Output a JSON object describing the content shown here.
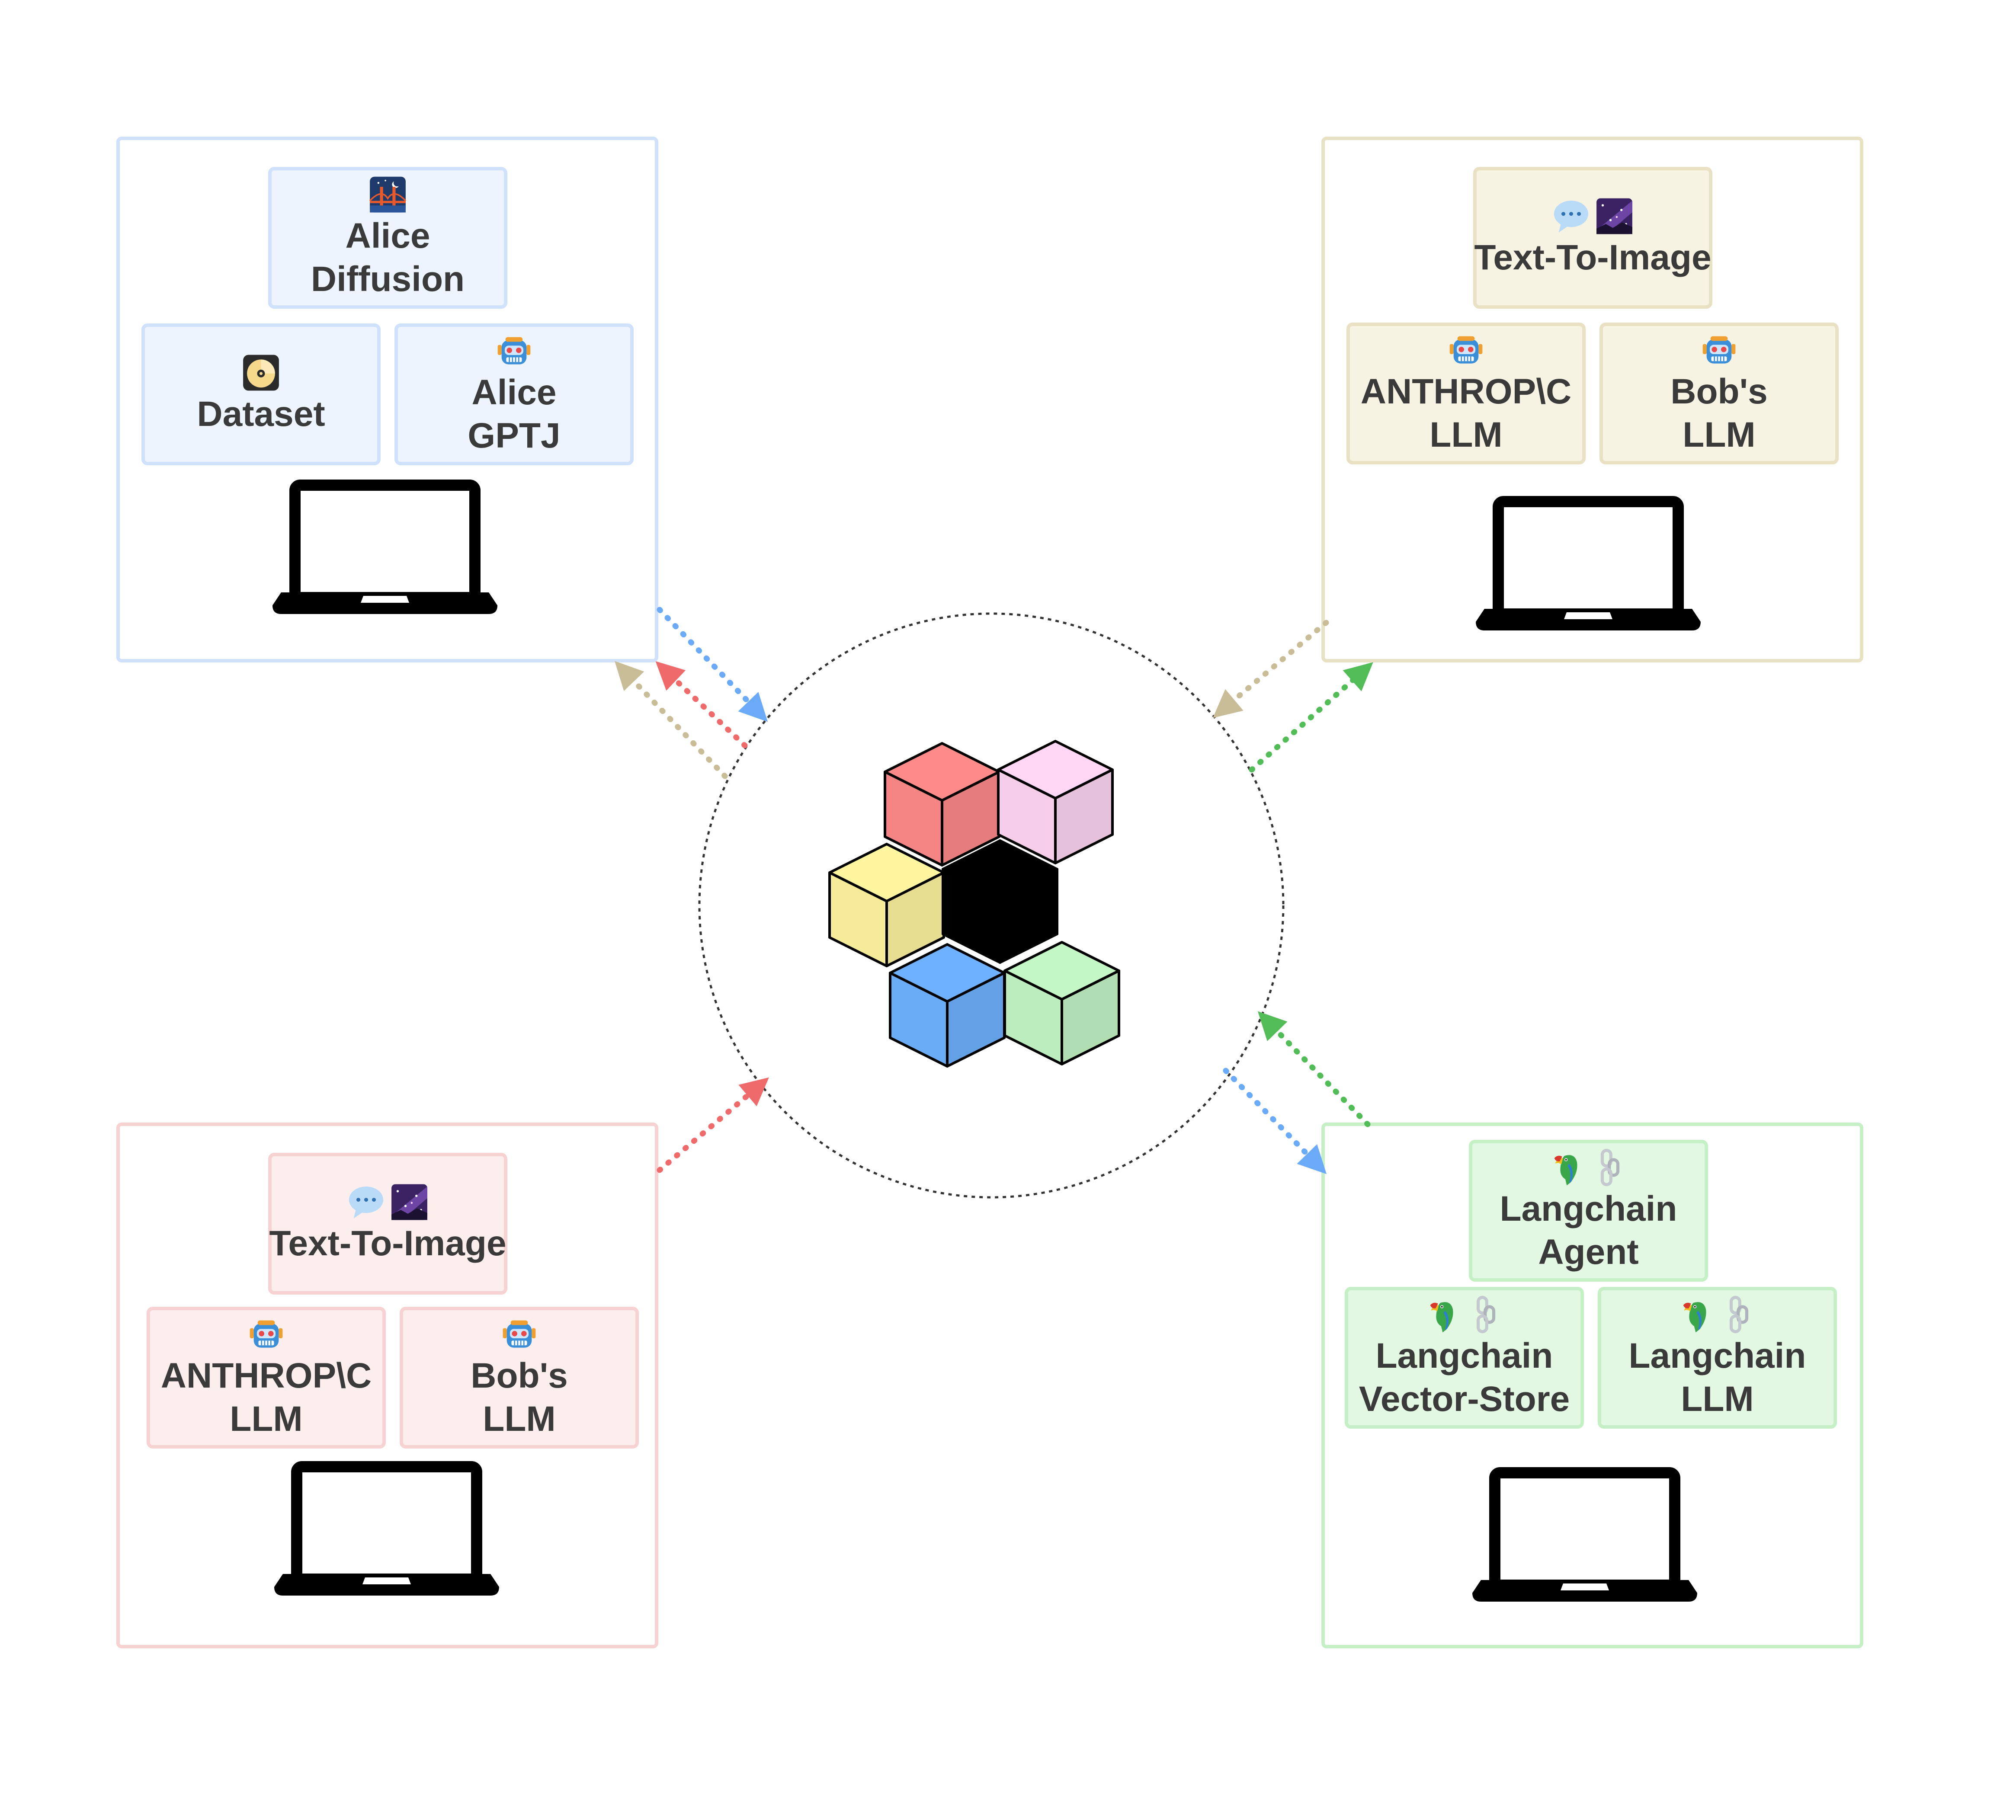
{
  "colors": {
    "blue": "#6aaaf6",
    "beige": "#c9bd98",
    "red": "#ef6b6b",
    "green": "#52bc57",
    "blue_fill": "#edf4fd",
    "blue_stroke": "#cfe1fb",
    "beige_fill": "#f6f3e3",
    "beige_stroke": "#e8e1c4",
    "red_fill": "#fdeeee",
    "red_stroke": "#f7d2d2",
    "green_fill": "#e3f8e3",
    "green_stroke": "#c5f0c5"
  },
  "groups": {
    "alice": {
      "top": {
        "lines": [
          "Alice",
          "Diffusion"
        ],
        "icons": [
          "bridge-at-night-icon"
        ]
      },
      "left": {
        "lines": [
          "Dataset"
        ],
        "icons": [
          "optical-disc-icon"
        ]
      },
      "right": {
        "lines": [
          "Alice",
          "GPTJ"
        ],
        "icons": [
          "robot-icon"
        ]
      }
    },
    "beige": {
      "top": {
        "lines": [
          "Text-To-Image"
        ],
        "icons": [
          "speech-balloon-icon",
          "milky-way-icon"
        ]
      },
      "left": {
        "lines": [
          "ANTHROP\\C",
          "LLM"
        ],
        "icons": [
          "robot-icon"
        ]
      },
      "right": {
        "lines": [
          "Bob's",
          "LLM"
        ],
        "icons": [
          "robot-icon"
        ]
      }
    },
    "red": {
      "top": {
        "lines": [
          "Text-To-Image"
        ],
        "icons": [
          "speech-balloon-icon",
          "milky-way-icon"
        ]
      },
      "left": {
        "lines": [
          "ANTHROP\\C",
          "LLM"
        ],
        "icons": [
          "robot-icon"
        ]
      },
      "right": {
        "lines": [
          "Bob's",
          "LLM"
        ],
        "icons": [
          "robot-icon"
        ]
      }
    },
    "green": {
      "top": {
        "lines": [
          "Langchain",
          "Agent"
        ],
        "icons": [
          "parrot-icon",
          "chain-icon"
        ]
      },
      "left": {
        "lines": [
          "Langchain",
          "Vector-Store"
        ],
        "icons": [
          "parrot-icon",
          "chain-icon"
        ]
      },
      "right": {
        "lines": [
          "Langchain",
          "LLM"
        ],
        "icons": [
          "parrot-icon",
          "chain-icon"
        ]
      }
    }
  },
  "hub": {
    "icon": "stacked-cubes-icon",
    "cube_colors": [
      "#ff8a8a",
      "#ffd6f3",
      "#fff59e",
      "#000000",
      "#6eb2ff",
      "#c4f7c6"
    ]
  }
}
